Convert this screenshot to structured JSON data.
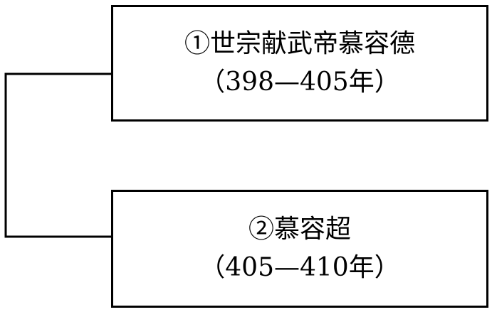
{
  "nodes": [
    {
      "title": "①世宗献武帝慕容德",
      "years": "（398—405年）"
    },
    {
      "title": "②慕容超",
      "years": "（405—410年）"
    }
  ]
}
